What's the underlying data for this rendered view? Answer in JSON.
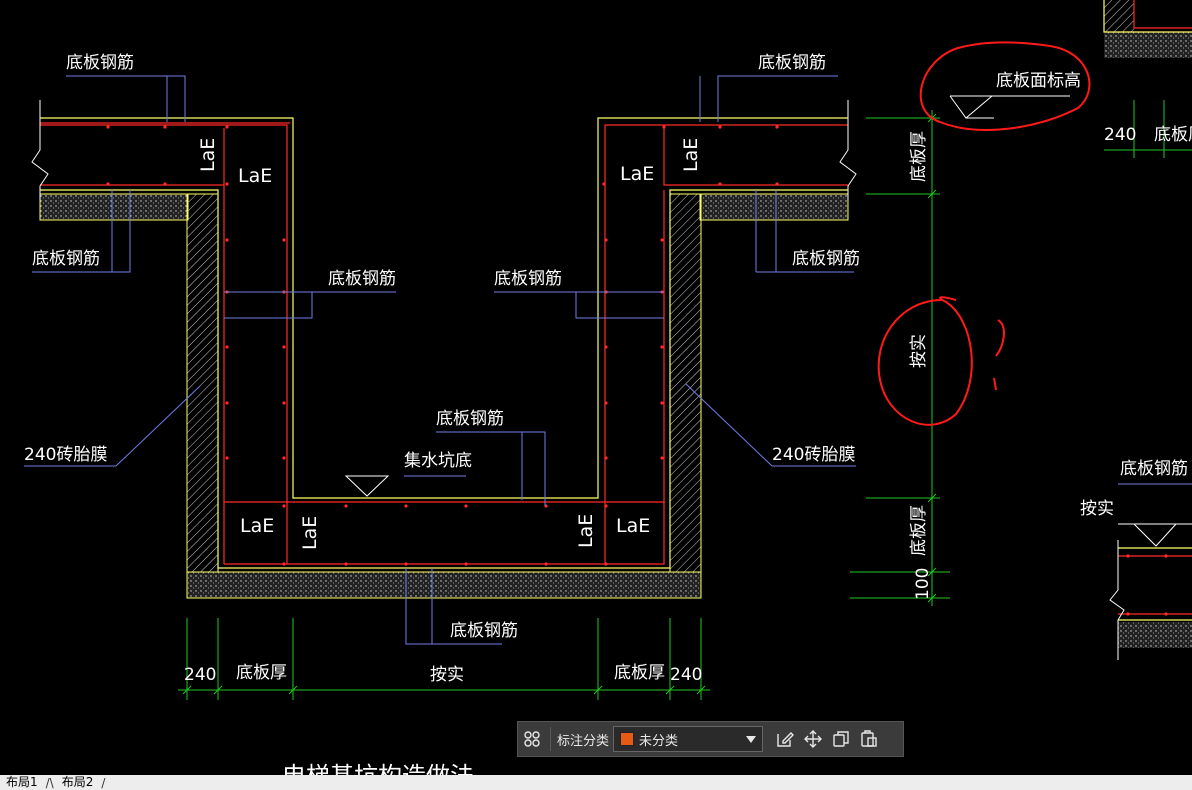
{
  "drawing": {
    "labels": {
      "rebar": "底板钢筋",
      "rebar_top_left": "底板钢筋",
      "rebar_top_right": "底板钢筋",
      "rebar_left_lower": "底板钢筋",
      "rebar_right_lower": "底板钢筋",
      "rebar_inner_left": "底板钢筋",
      "rebar_inner_right": "底板钢筋",
      "rebar_center": "底板钢筋",
      "rebar_bottom": "底板钢筋",
      "rebar_far_right": "底板钢筋",
      "slab_top_elev": "底板面标高",
      "sump_bottom": "集水坑底",
      "brick_left": "240砖胎膜",
      "brick_right": "240砖胎膜",
      "lae": "LaE",
      "dim_240": "240",
      "dim_slab_thk": "底板厚",
      "dim_as_is": "按实",
      "dim_100": "100",
      "title_partial": "电梯基坑构造做法"
    }
  },
  "toolbar": {
    "category_label": "标注分类",
    "category_value": "未分类",
    "category_color": "#e35b14",
    "icons": [
      "grid-icon",
      "edit-icon",
      "move-icon",
      "copy-icon",
      "paste-icon"
    ]
  },
  "layout_tabs": [
    "布局1",
    "布局2"
  ],
  "colors": {
    "background": "#000000",
    "concrete_outline": "#ffff66",
    "rebar": "#ff2a2a",
    "leader": "#6f7fe6",
    "dimension": "#22c322",
    "annotation": "#ff1a1a",
    "text": "#ffffff"
  }
}
